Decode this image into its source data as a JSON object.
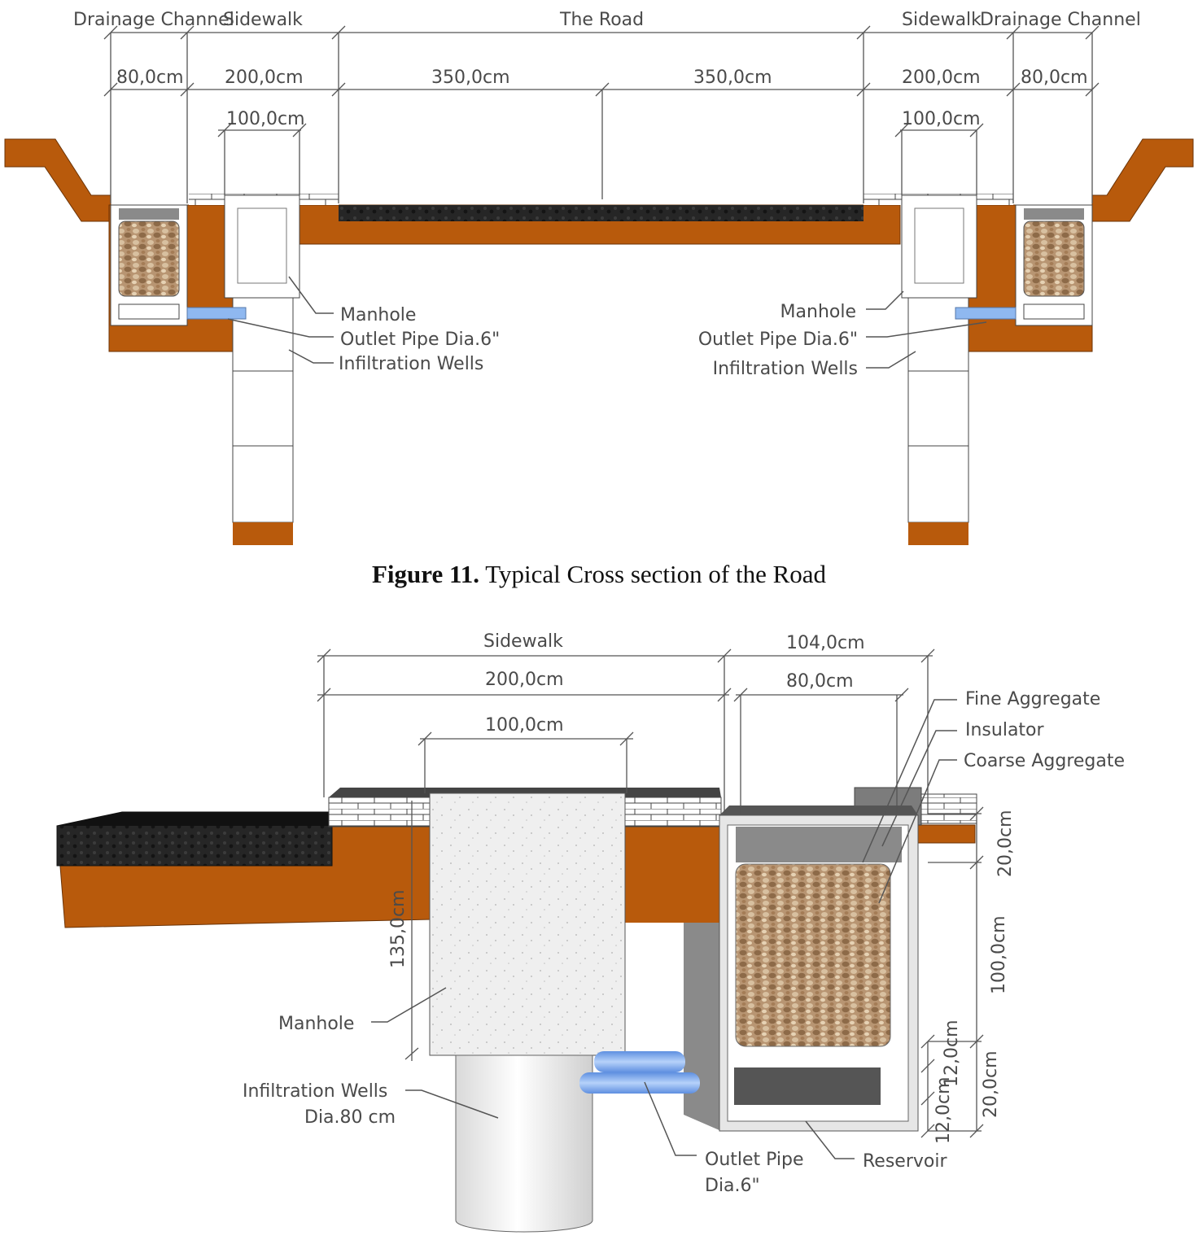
{
  "figure11": {
    "header_labels": [
      "Drainage Channel",
      "Sidewalk",
      "The Road",
      "Sidewalk",
      "Drainage Channel"
    ],
    "dimensions": [
      "80,0cm",
      "200,0cm",
      "350,0cm",
      "350,0cm",
      "200,0cm",
      "80,0cm"
    ],
    "manhole_width": "100,0cm",
    "left_callouts": [
      "Manhole",
      "Outlet Pipe Dia.6\"",
      "Infiltration Wells"
    ],
    "right_callouts": [
      "Manhole",
      "Outlet Pipe Dia.6\"",
      "Infiltration Wells"
    ],
    "caption_bold": "Figure 11.",
    "caption_text": " Typical Cross section of the Road"
  },
  "detail": {
    "sidewalk": "Sidewalk",
    "sidewalk_width": "200,0cm",
    "manhole_width": "100,0cm",
    "channel_outer": "104,0cm",
    "channel_inner": "80,0cm",
    "layers": [
      "Fine Aggregate",
      "Insulator",
      "Coarse Aggregate"
    ],
    "depth_top": "20,0cm",
    "depth_mid": "100,0cm",
    "depth_a": "12,0cm",
    "depth_b": "20,0cm",
    "depth_c": "12,0cm",
    "manhole_depth": "135,0cm",
    "manhole": "Manhole",
    "wells_line1": "Infiltration Wells",
    "wells_line2": "Dia.80 cm",
    "pipe_line1": "Outlet Pipe",
    "pipe_line2": "Dia.6\"",
    "reservoir": "Reservoir"
  },
  "colors": {
    "soil": "#b85a0c",
    "asphalt": "#1e1e1e",
    "pipe": "#8fb8f0",
    "gravel": "#c9a77e"
  }
}
